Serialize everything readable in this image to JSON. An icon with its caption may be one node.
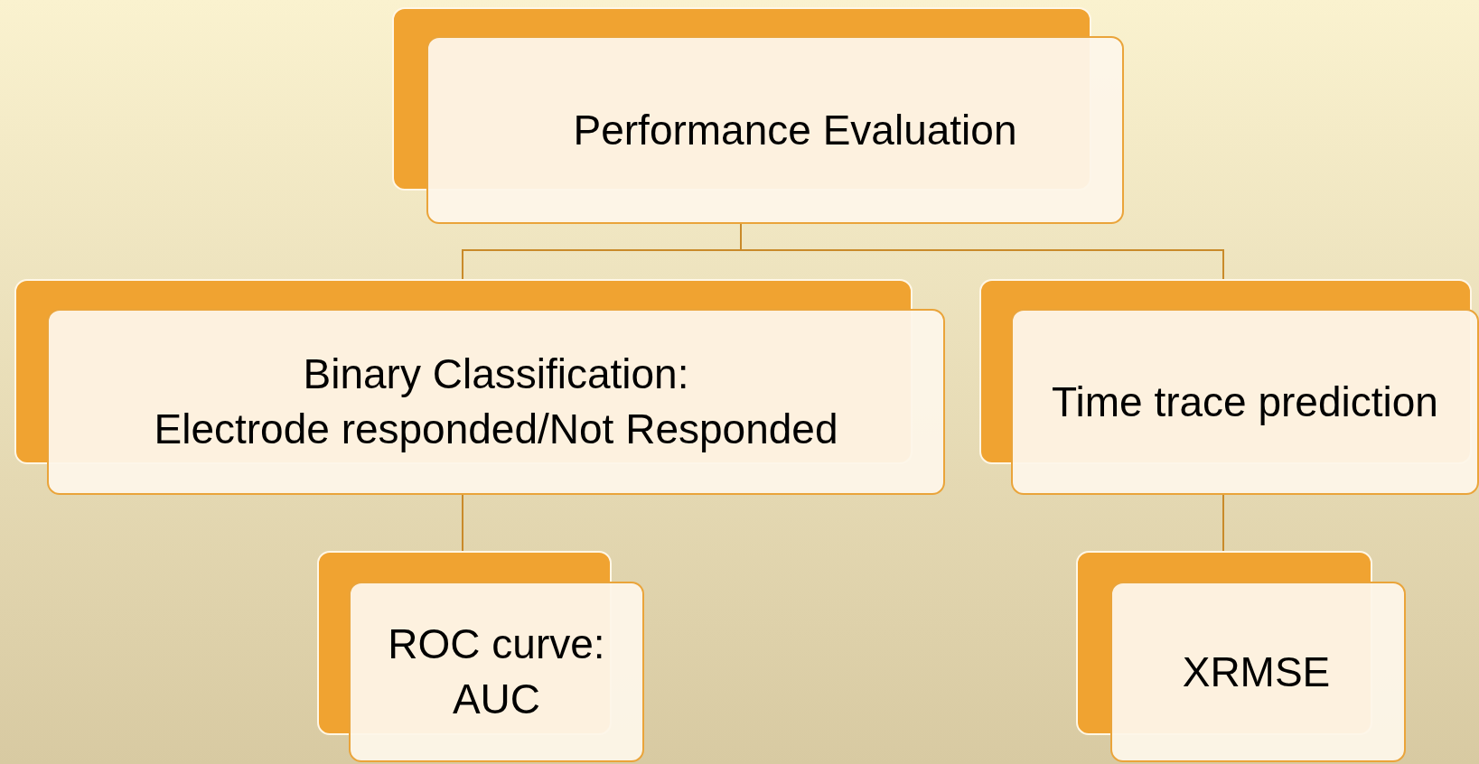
{
  "diagram": {
    "nodes": [
      {
        "text": [
          "Performance Evaluation"
        ]
      },
      {
        "text": [
          "Binary Classification:",
          "Electrode responded/Not Responded"
        ]
      },
      {
        "text": [
          "Time trace prediction"
        ]
      },
      {
        "text": [
          "ROC curve:",
          "AUC"
        ]
      },
      {
        "text": [
          "XRMSE"
        ]
      }
    ],
    "edges": [
      {
        "from": 0,
        "to": 1,
        "arrow": "none"
      },
      {
        "from": 0,
        "to": 2,
        "arrow": "none"
      },
      {
        "from": 1,
        "to": 3,
        "arrow": "none"
      },
      {
        "from": 2,
        "to": 4,
        "arrow": "none"
      }
    ]
  }
}
